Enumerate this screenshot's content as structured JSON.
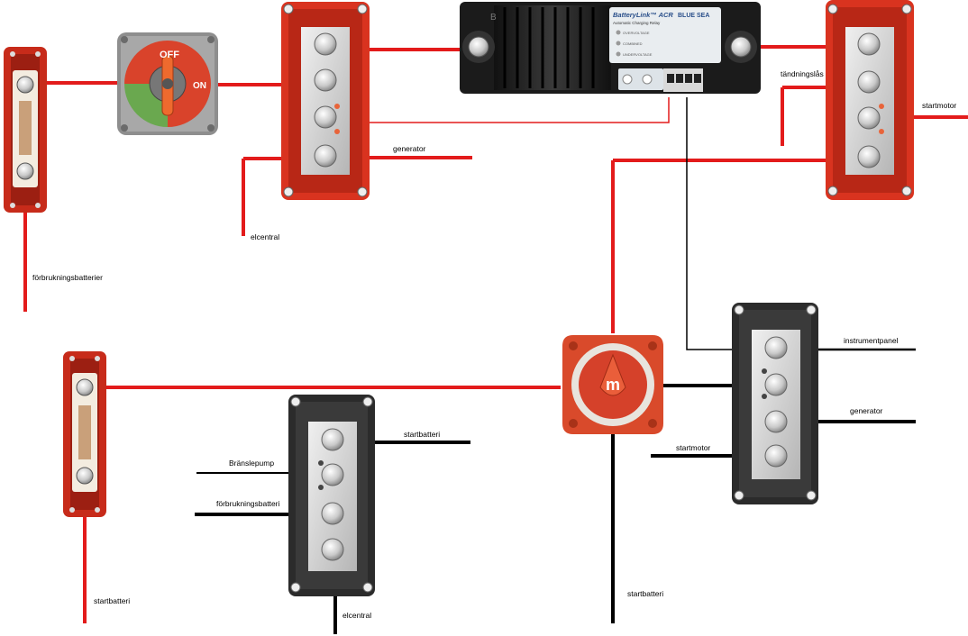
{
  "colors": {
    "positive_wire": "#e31b1b",
    "negative_wire": "#000000",
    "busbar_red": "#d9331f",
    "busbar_black": "#2b2b2b",
    "switch_green": "#6aa84f",
    "switch_red": "#d9432b",
    "acr_body": "#1b1b1b"
  },
  "labels": {
    "forbrukningsbatterier": "förbrukningsbatterier",
    "elcentral_top": "elcentral",
    "generator_top": "generator",
    "tandningslas": "tändningslås",
    "startmotor_top": "startmotor",
    "instrumentpanel": "instrumentpanel",
    "generator_bottom": "generator",
    "startmotor_bottom": "startmotor",
    "startbatteri_right": "startbatteri",
    "startbatteri_left": "startbatteri",
    "startbatteri_mid": "startbatteri",
    "bransle": "Bränslepump",
    "forbrukningsbatteri": "förbrukningsbatteri",
    "elcentral_bottom": "elcentral"
  },
  "switch_top": {
    "off_label": "OFF",
    "on_label": "ON"
  },
  "acr": {
    "brand_title": "BatteryLink™ ACR",
    "brand_sub": "Automatic Charging Relay",
    "logo": "BLUE SEA",
    "status1": "OVERVOLTAGE",
    "status2": "COMBINED",
    "status3": "UNDERVOLTAGE",
    "terminal_b": "B"
  },
  "icons": {
    "knob": "rotary-knob-icon",
    "bolt": "terminal-bolt-icon",
    "fuse": "fuse-icon"
  }
}
